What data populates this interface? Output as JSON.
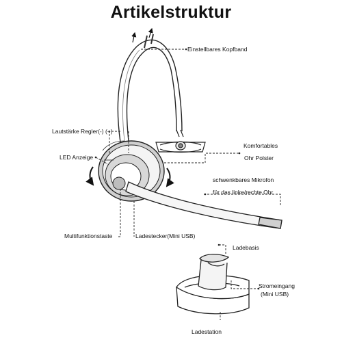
{
  "title": "Artikelstruktur",
  "labels": {
    "kopfband": "Einstellbares Kopfband",
    "lautstaerke": "Lautstärke Regler(-) (+)",
    "led": "LED Anzeige",
    "polster_1": "Komfortables",
    "polster_2": "Ohr Polster",
    "mikrofon_1": "schwenkbares Mikrofon",
    "mikrofon_2": "für das linke/rechte Ohr",
    "multifunktion": "Multifunktionstaste",
    "ladestecker": "Ladestecker(Mini USB)",
    "ladebasis": "Ladebasis",
    "stromeingang_1": "Stromeingang",
    "stromeingang_2": "(Mini USB)",
    "ladestation": "Ladestation"
  }
}
